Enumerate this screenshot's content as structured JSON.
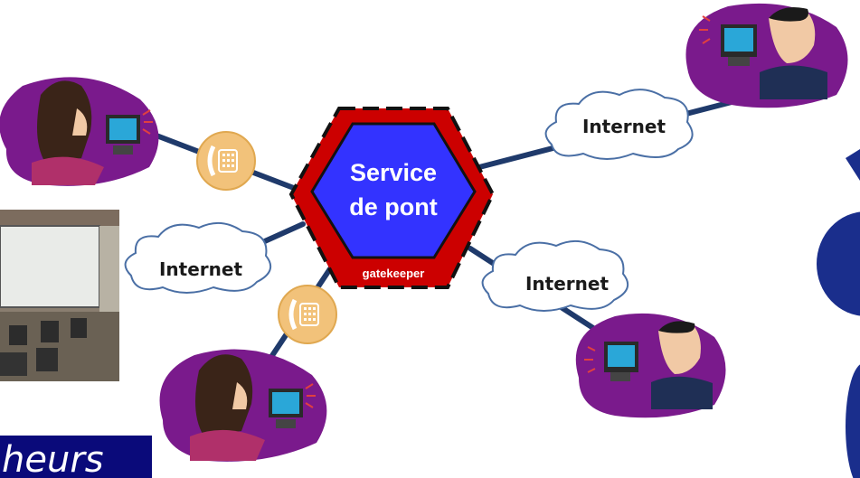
{
  "hub": {
    "line1": "Service",
    "line2": "de pont",
    "footer": "gatekeeper"
  },
  "clouds": {
    "top_right": "Internet",
    "left": "Internet",
    "bottom_right": "Internet"
  },
  "banner": {
    "text": "heurs"
  },
  "colors": {
    "hub_outer": "#cc0000",
    "hub_inner": "#3333ff",
    "link": "#1f3a6b",
    "phone": "#f2c27a",
    "banner_bg": "#0a0a7a"
  }
}
